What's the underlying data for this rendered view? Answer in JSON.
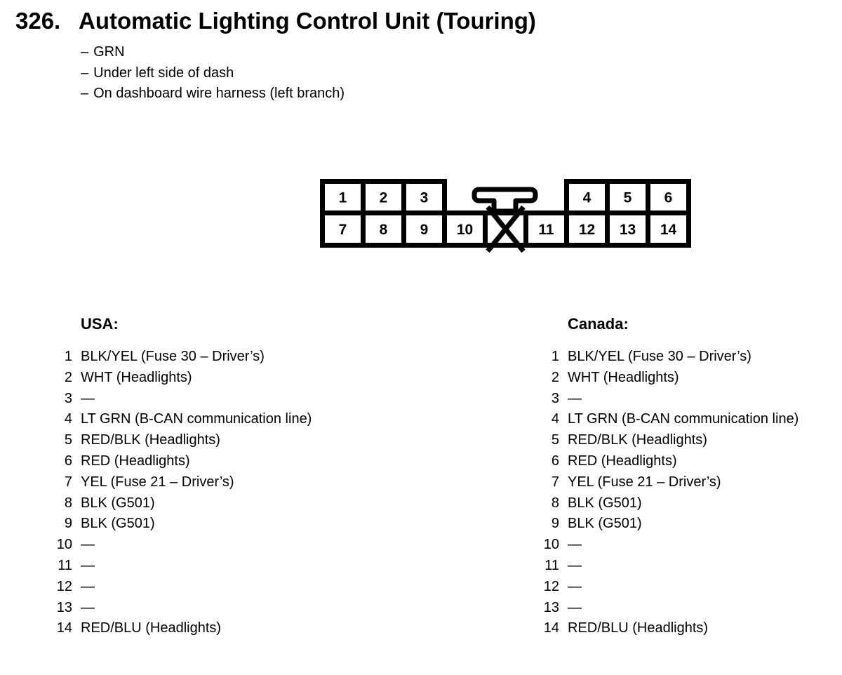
{
  "header": {
    "section_number": "326.",
    "title": "Automatic Lighting Control Unit (Touring)"
  },
  "notes": {
    "marker": "–",
    "items": [
      "GRN",
      "Under left side of dash",
      "On dashboard wire harness (left branch)"
    ]
  },
  "connector": {
    "top_left_pins": [
      "1",
      "2",
      "3"
    ],
    "top_right_pins": [
      "4",
      "5",
      "6"
    ],
    "bottom_pins": [
      "7",
      "8",
      "9",
      "10",
      "",
      "11",
      "12",
      "13",
      "14"
    ],
    "blocked_pin_index": 4
  },
  "pin_tables": [
    {
      "region": "USA:",
      "pins": [
        {
          "num": "1",
          "label": "BLK/YEL (Fuse 30 – Driver’s)"
        },
        {
          "num": "2",
          "label": "WHT (Headlights)"
        },
        {
          "num": "3",
          "label": "—"
        },
        {
          "num": "4",
          "label": "LT GRN (B-CAN communication line)"
        },
        {
          "num": "5",
          "label": "RED/BLK (Headlights)"
        },
        {
          "num": "6",
          "label": "RED (Headlights)"
        },
        {
          "num": "7",
          "label": "YEL (Fuse 21 – Driver’s)"
        },
        {
          "num": "8",
          "label": "BLK (G501)"
        },
        {
          "num": "9",
          "label": "BLK (G501)"
        },
        {
          "num": "10",
          "label": "—"
        },
        {
          "num": "11",
          "label": "—"
        },
        {
          "num": "12",
          "label": "—"
        },
        {
          "num": "13",
          "label": "—"
        },
        {
          "num": "14",
          "label": "RED/BLU (Headlights)"
        }
      ]
    },
    {
      "region": "Canada:",
      "pins": [
        {
          "num": "1",
          "label": "BLK/YEL (Fuse 30 – Driver’s)"
        },
        {
          "num": "2",
          "label": "WHT (Headlights)"
        },
        {
          "num": "3",
          "label": "—"
        },
        {
          "num": "4",
          "label": "LT GRN (B-CAN communication line)"
        },
        {
          "num": "5",
          "label": "RED/BLK (Headlights)"
        },
        {
          "num": "6",
          "label": "RED (Headlights)"
        },
        {
          "num": "7",
          "label": "YEL (Fuse 21 – Driver’s)"
        },
        {
          "num": "8",
          "label": "BLK (G501)"
        },
        {
          "num": "9",
          "label": "BLK (G501)"
        },
        {
          "num": "10",
          "label": "—"
        },
        {
          "num": "11",
          "label": "—"
        },
        {
          "num": "12",
          "label": "—"
        },
        {
          "num": "13",
          "label": "—"
        },
        {
          "num": "14",
          "label": "RED/BLU (Headlights)"
        }
      ]
    }
  ],
  "colors": {
    "ink": "#000000",
    "background": "#ffffff"
  }
}
